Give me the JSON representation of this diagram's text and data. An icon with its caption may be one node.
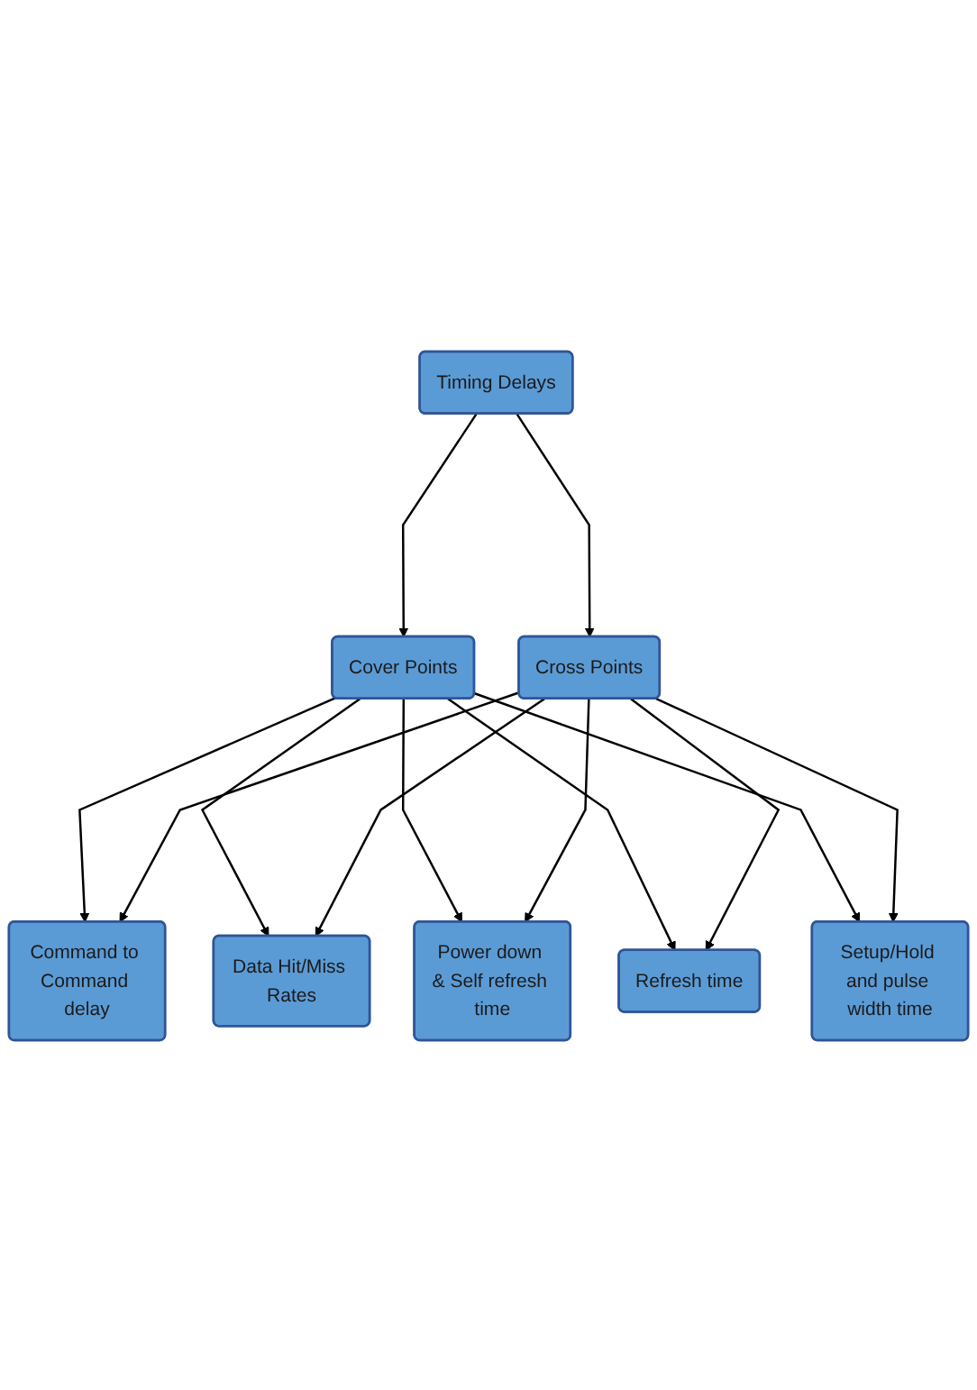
{
  "diagram": {
    "nodes": [
      {
        "text": [
          "Timing Delays"
        ]
      },
      {
        "text": [
          "Cover Points"
        ]
      },
      {
        "text": [
          "Cross Points"
        ]
      },
      {
        "text": [
          "Command to Command delay"
        ]
      },
      {
        "text": [
          "Data Hit/Miss Rates"
        ]
      },
      {
        "text": [
          "Power down & Self refresh time"
        ]
      },
      {
        "text": [
          "Refresh time"
        ]
      },
      {
        "text": [
          "Setup/Hold and pulse width time"
        ]
      }
    ],
    "edges": [
      {
        "from": 0,
        "to": 1,
        "arrow": "to"
      },
      {
        "from": 0,
        "to": 2,
        "arrow": "to"
      },
      {
        "from": 1,
        "to": 3,
        "arrow": "to"
      },
      {
        "from": 1,
        "to": 4,
        "arrow": "to"
      },
      {
        "from": 1,
        "to": 5,
        "arrow": "to"
      },
      {
        "from": 1,
        "to": 6,
        "arrow": "to"
      },
      {
        "from": 1,
        "to": 7,
        "arrow": "to"
      },
      {
        "from": 2,
        "to": 3,
        "arrow": "to"
      },
      {
        "from": 2,
        "to": 4,
        "arrow": "to"
      },
      {
        "from": 2,
        "to": 5,
        "arrow": "to"
      },
      {
        "from": 2,
        "to": 6,
        "arrow": "to"
      },
      {
        "from": 2,
        "to": 7,
        "arrow": "to"
      }
    ]
  }
}
